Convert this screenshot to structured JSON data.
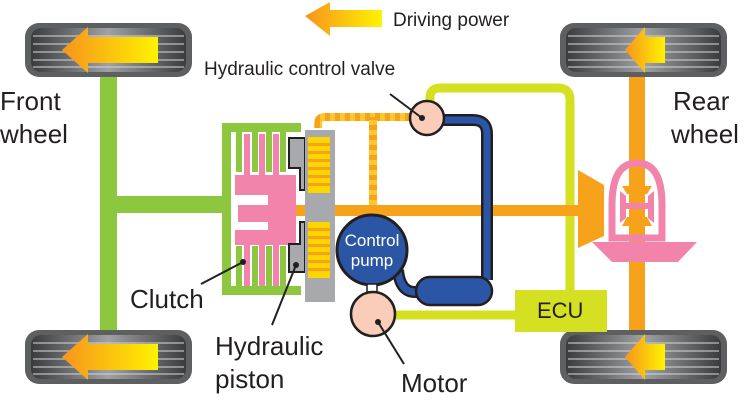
{
  "legend": {
    "label": "Driving power",
    "icon": "gradient-arrow-left-icon"
  },
  "labels": {
    "front_wheel_line1": "Front",
    "front_wheel_line2": "wheel",
    "rear_wheel_line1": "Rear",
    "rear_wheel_line2": "wheel",
    "hydraulic_control_valve": "Hydraulic control valve",
    "control_pump_line1": "Control",
    "control_pump_line2": "pump",
    "clutch": "Clutch",
    "hydraulic_piston_line1": "Hydraulic",
    "hydraulic_piston_line2": "piston",
    "motor": "Motor",
    "ecu": "ECU"
  },
  "colors": {
    "front_axle": "#8dc63f",
    "rear_shaft": "#f7a21b",
    "hydraulic_line": "#2b56a6",
    "ecu_signal": "#d4e021",
    "clutch_plates": "#f284ac",
    "piston": "#a7a9ac",
    "valve_motor": "#f9cdb7",
    "tire": "#58595b",
    "arrow_start": "#f7941d",
    "arrow_end": "#fff200",
    "text": "#231f20"
  }
}
